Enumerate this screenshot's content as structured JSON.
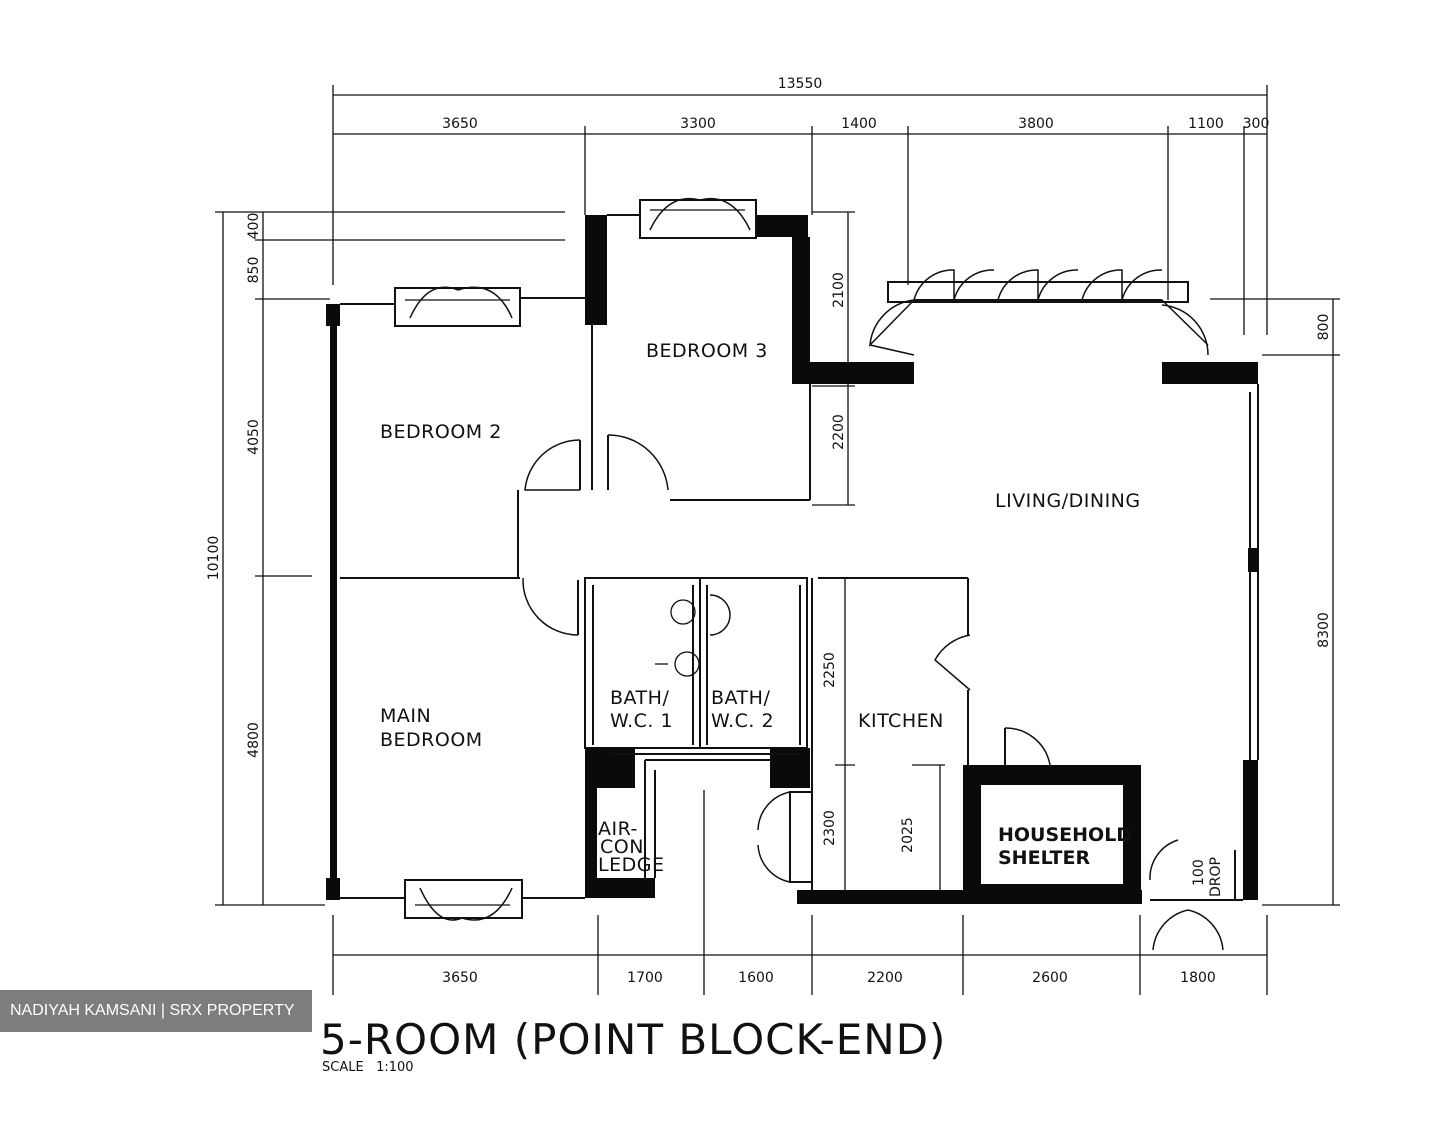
{
  "plan": {
    "title": "5-ROOM (POINT BLOCK-END)",
    "scale": "SCALE   1:100",
    "watermark": "NADIYAH KAMSANI | SRX PROPERTY",
    "rooms": {
      "bedroom2": "BEDROOM 2",
      "bedroom3": "BEDROOM 3",
      "living": "LIVING/DINING",
      "main_bedroom_1": "MAIN",
      "main_bedroom_2": "BEDROOM",
      "bath1_1": "BATH/",
      "bath1_2": "W.C. 1",
      "bath2_1": "BATH/",
      "bath2_2": "W.C. 2",
      "kitchen": "KITCHEN",
      "aircon_1": "AIR-",
      "aircon_2": "CON",
      "aircon_3": "LEDGE",
      "shelter_1": "HOUSEHOLD",
      "shelter_2": "SHELTER",
      "drop_1": "100",
      "drop_2": "DROP"
    },
    "dims": {
      "overall_width": "13550",
      "top_1": "3650",
      "top_2": "3300",
      "top_3": "1400",
      "top_4": "3800",
      "top_5": "1100",
      "top_6": "300",
      "bottom_1": "3650",
      "bottom_2": "1700",
      "bottom_3": "1600",
      "bottom_4": "2200",
      "bottom_5": "2600",
      "bottom_6": "1800",
      "left_overall": "10100",
      "left_1": "400",
      "left_2": "850",
      "left_3": "4050",
      "left_4": "4800",
      "b3_1": "2100",
      "b3_2": "2200",
      "right_1": "800",
      "right_2": "8300",
      "kitchen_1": "2250",
      "kitchen_2": "2300",
      "kitchen_3": "2025"
    }
  }
}
